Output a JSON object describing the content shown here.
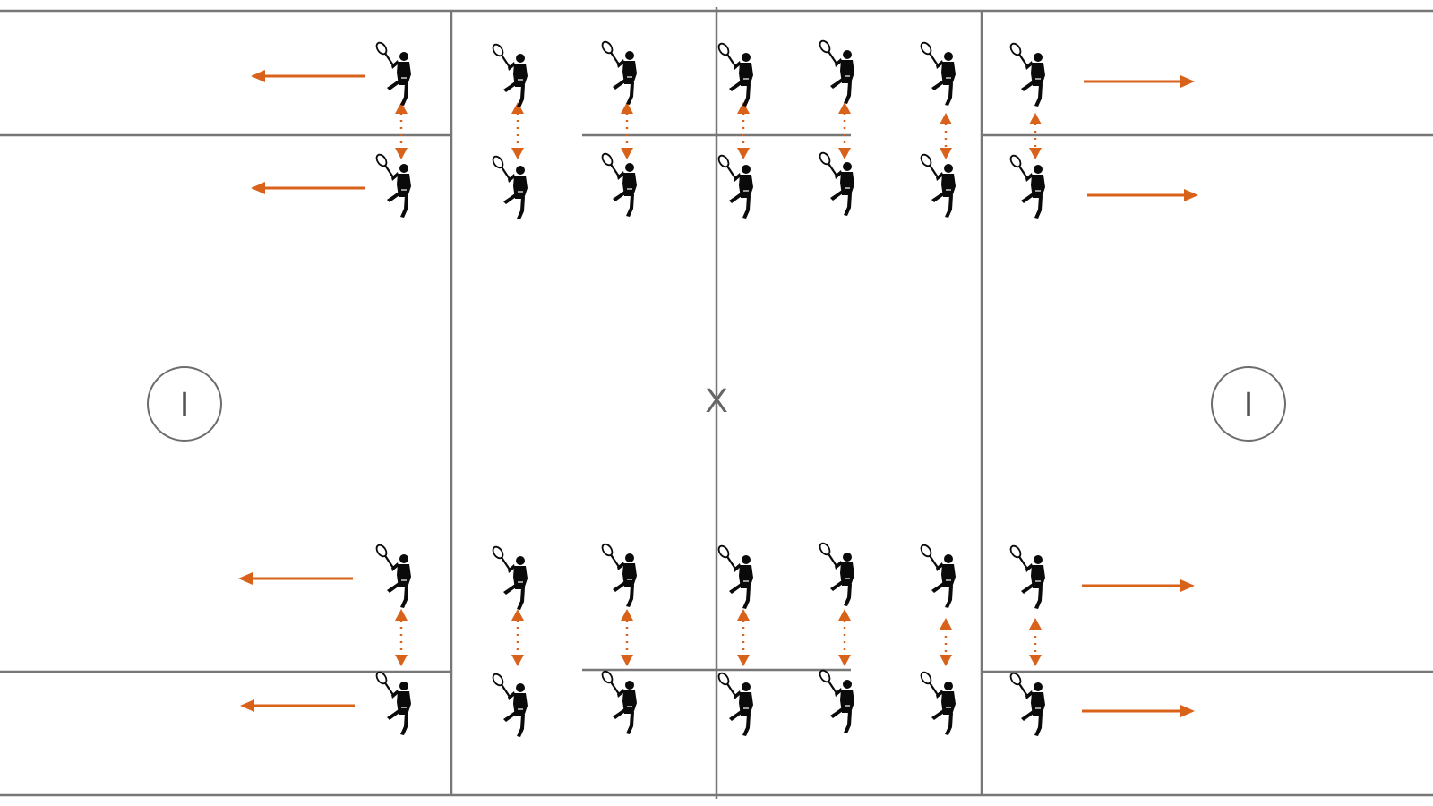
{
  "field": {
    "center_mark": "X",
    "crease_marks": [
      "I",
      "I"
    ],
    "colors": {
      "lines": "#777777",
      "arrows": "#d9621b",
      "players": "#0a0a0a",
      "background": "#ffffff"
    }
  },
  "drill": {
    "player_icon": "lacrosse-player-icon",
    "player_count": 28,
    "groups": [
      "top",
      "bottom"
    ],
    "outer_arrows": {
      "left_side": "pointing-left",
      "right_side": "pointing-right"
    },
    "partner_links": "dotted-double-headed-vertical"
  }
}
